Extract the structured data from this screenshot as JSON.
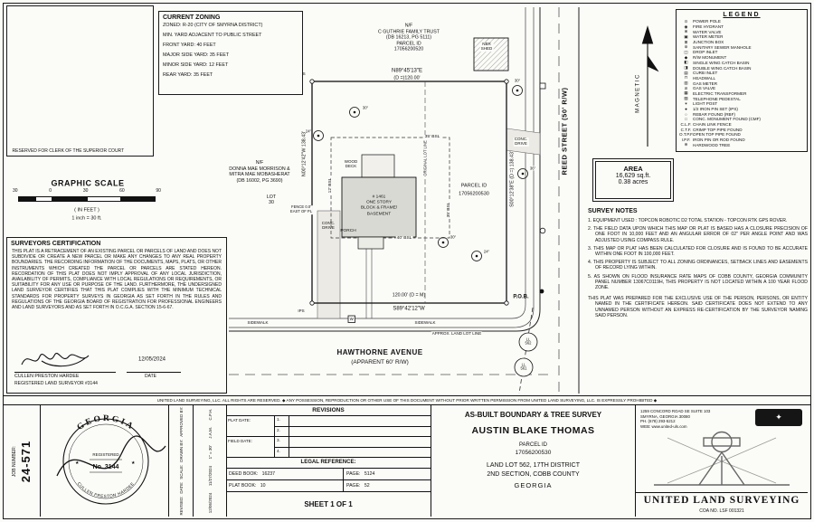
{
  "sheet": {
    "copyright": "UNITED LAND SURVEYING, LLC.  ALL RIGHTS ARE RESERVED.    ◆    ANY POSSESSION, REPRODUCTION OR OTHER USE OF THIS DOCUMENT WITHOUT PRIOR WRITTEN PERMISSION FROM UNITED LAND SURVEYING, LLC. IS EXPRESSLY PROHIBITED    ◆"
  },
  "current_zoning": {
    "title": "CURRENT ZONING",
    "lines": [
      "ZONED: R-20 (CITY OF SMYRNA DISTRICT)",
      "MIN. YARD ADJACENT TO PUBLIC STREET",
      "FRONT YARD: 40 FEET",
      "MAJOR SIDE YARD: 35 FEET",
      "MINOR SIDE YARD: 12 FEET",
      "REAR YARD: 35 FEET"
    ]
  },
  "clerk_box": {
    "label": "RESERVED FOR CLERK OF THE SUPERIOR COURT"
  },
  "graphic_scale": {
    "title": "GRAPHIC SCALE",
    "ticks": [
      "30",
      "0",
      "30",
      "60",
      "90"
    ],
    "in_feet": "( IN FEET )",
    "ratio": "1 inch =  30  ft."
  },
  "certification": {
    "title": "SURVEYORS CERTIFICATION",
    "body": "THIS PLAT IS A RETRACEMENT OF AN EXISTING PARCEL OR PARCELS OF LAND AND DOES NOT SUBDIVIDE OR CREATE A NEW PARCEL OR MAKE ANY CHANGES TO ANY REAL PROPERTY BOUNDARIES. THE RECORDING INFORMATION OF THE DOCUMENTS, MAPS, PLATS, OR OTHER INSTRUMENTS WHICH CREATED THE PARCEL OR PARCELS ARE STATED HEREON. RECORDATION OF THIS PLAT DOES NOT IMPLY APPROVAL OF ANY LOCAL JURISDICTION, AVAILABILITY OF PERMITS, COMPLIANCE WITH LOCAL REGULATIONS OR REQUIREMENTS, OR SUITABILITY FOR ANY USE OR PURPOSE OF THE LAND. FURTHERMORE, THE UNDERSIGNED LAND SURVEYOR CERTIFIES THAT THIS PLAT COMPLIES WITH THE MINIMUM TECHNICAL STANDARDS FOR PROPERTY SURVEYS IN GEORGIA AS SET FORTH IN THE RULES AND REGULATIONS OF THE GEORGIA BOARD OF REGISTRATION FOR PROFESSIONAL ENGINEERS AND LAND SURVEYORS AND AS SET FORTH IN O.C.G.A. SECTION 15-6-67.",
    "sign_date": "12/05/2024",
    "surveyor_name": "CULLEN PRESTON HARDEE",
    "surveyor_title": "REGISTERED LAND SURVEYOR #3144",
    "date_label": "DATE"
  },
  "legend": {
    "title": "LEGEND",
    "items": [
      {
        "sym": "⊙",
        "label": "POWER POLE"
      },
      {
        "sym": "◉",
        "label": "FIRE HYDRANT"
      },
      {
        "sym": "⊗",
        "label": "WATER VALVE"
      },
      {
        "sym": "▣",
        "label": "WATER METER"
      },
      {
        "sym": "⊞",
        "label": "JUNCTION BOX"
      },
      {
        "sym": "⊚",
        "label": "SANITARY SEWER MANHOLE"
      },
      {
        "sym": "◫",
        "label": "DROP INLET"
      },
      {
        "sym": "◆",
        "label": "R/W MONUMENT"
      },
      {
        "sym": "◧",
        "label": "SINGLE WING CATCH BASIN"
      },
      {
        "sym": "◨",
        "label": "DOUBLE WING CATCH BASIN"
      },
      {
        "sym": "▤",
        "label": "CURB INLET"
      },
      {
        "sym": "⊓",
        "label": "HEADWALL"
      },
      {
        "sym": "▥",
        "label": "GAS METER"
      },
      {
        "sym": "⊘",
        "label": "GAS VALVE"
      },
      {
        "sym": "▦",
        "label": "ELECTRIC TRANSFORMER"
      },
      {
        "sym": "▧",
        "label": "TELEPHONE PEDESTAL"
      },
      {
        "sym": "✶",
        "label": "LIGHT POST"
      },
      {
        "sym": "●",
        "label": "1/2 IRON PIN SET (IPS)"
      },
      {
        "sym": "○",
        "label": "REBAR FOUND (RBF)"
      },
      {
        "sym": "□",
        "label": "CONC. MONUMENT FOUND (CMF)"
      },
      {
        "sym": "C.L.F.",
        "label": "CHAIN LINK FENCE"
      },
      {
        "sym": "C.T.F.",
        "label": "CRIMP TOP PIPE FOUND"
      },
      {
        "sym": "O.T.P.F.",
        "label": "OPEN TOP PIPE FOUND"
      },
      {
        "sym": "I.P.F.",
        "label": "IRON PIN OR ROD FOUND"
      },
      {
        "sym": "⊛",
        "label": "HARDWOOD TREE"
      }
    ]
  },
  "north_arrow": {
    "label": "MAGNETIC"
  },
  "area_box": {
    "title": "AREA",
    "line1": "16,629 sq.ft.",
    "line2": "0.38 acres"
  },
  "survey_notes": {
    "title": "SURVEY NOTES",
    "notes": [
      "1.  EQUIPMENT USED : TOPCON ROBOTIC D2 TOTAL STATION - TOPCON RTK GPS ROVER.",
      "2.  THE FIELD DATA UPON WHICH THIS MAP OR PLAT IS BASED HAS A CLOSURE PRECISION OF ONE FOOT IN 10,000 FEET AND AN ANGULAR ERROR OF 02\" PER ANGLE POINT AND WAS ADJUSTED USING COMPASS RULE.",
      "3.  THIS MAP OR PLAT HAS BEEN CALCULATED FOR CLOSURE AND IS FOUND TO BE ACCURATE WITHIN ONE FOOT IN 100,000 FEET.",
      "4.  THIS PROPERTY IS SUBJECT TO ALL ZONING ORDINANCES, SETBACK LINES AND EASEMENTS OF RECORD LYING WITHIN.",
      "5.  AS SHOWN ON FLOOD INSURANCE RATE MAPS OF COBB COUNTY, GEORGIA COMMUNITY PANEL NUMBER 13067C0119H, THIS PROPERTY IS NOT LOCATED WITHIN A 100 YEAR FLOOD ZONE."
    ],
    "disclaimer": "THIS PLAT WAS PREPARED FOR THE EXCLUSIVE USE OF THE PERSON, PERSONS, OR ENTITY NAMED IN THE CERTIFICATE HEREON. SAID CERTIFICATE DOES NOT EXTEND TO ANY UNNAMED PERSON WITHOUT AN EXPRESS RE-CERTIFICATION BY THE SURVEYOR NAMING SAID PERSON."
  },
  "plat": {
    "neighbor_north": "N/F\nC GUTHRIE FAMILY TRUST\n(DB 16213, PG 5111)\nPARCEL ID\n17056200520",
    "nbr_shed": "NBR\nSHED",
    "dim_north": "N89°45'13\"E",
    "dim_north_d": "(D =)120.00'",
    "dim_east": "S00°12'38\"E  (D =) 138.43'",
    "dim_west": "N00°12'42\"W  138.43'",
    "dim_south_d": "120.00' (D = M)",
    "dim_south": "S89°42'12\"W",
    "pob": "P.O.B.",
    "parcel_label": "PARCEL ID",
    "parcel_id": "17056200530",
    "house": "# 1461\nONE STORY\nBLOCK & FRAME/\nBASEMENT",
    "wood_deck": "WOOD\nDECK",
    "porch": "PORCH",
    "conc_drive": "CONC.\nDRIVE",
    "bsl_top": "35' BSL",
    "bsl_bottom": "40' BSL",
    "bsl_left": "12' BSL",
    "bsl_right": "35' BSL",
    "original_lot_line": "ORIGINAL LOT LINE",
    "neighbor_west": "N/F\nDONNA MAE MORRISON &\nMITRA MAE MOBASHERAT\n(DB 16002, PG 3690)",
    "lot30": "LOT\n30",
    "fence_note": "FENCE 0.0'\nEAST OF PL",
    "hawthorne1": "HAWTHORNE AVENUE",
    "hawthorne2": "(APPARENT 60' R/W)",
    "reed": "REED STREET (50' R/W)",
    "sidewalk": "SIDEWALK",
    "approx_lll": "APPROX. LAND LOT LINE",
    "ll562": "LL\n562",
    "ll561": "LL\n561",
    "ips": "IPS",
    "water_meter": "W",
    "trees": [
      {
        "size": "30\""
      },
      {
        "size": "24\""
      },
      {
        "size": "30\""
      },
      {
        "size": "36\""
      },
      {
        "size": "30\""
      },
      {
        "size": "24\""
      }
    ]
  },
  "title_block": {
    "job_number_label": "JOB NUMBER:",
    "job_number": "24-571",
    "seal": {
      "state": "GEORGIA",
      "registered": "REGISTERED",
      "number": "No. 3144",
      "name": "CULLEN PRESTON HARDEE"
    },
    "info_labels": [
      "REVISED:",
      "DATE:",
      "SCALE:",
      "DRAWN BY:",
      "APPROVED BY:"
    ],
    "info_values": [
      "12/05/2024",
      "11/27/2024",
      "1\" = 30'",
      "J.A.M.",
      "C.P.H."
    ],
    "revisions": {
      "title": "REVISIONS",
      "plat_date_label": "PLAT DATE:",
      "field_date_label": "FIELD DATE:",
      "rows": [
        "1.",
        "2.",
        "3.",
        "4."
      ]
    },
    "legal": {
      "title": "LEGAL REFERENCE:",
      "deed_book_label": "DEED BOOK:",
      "deed_book": "16237",
      "deed_page_label": "PAGE:",
      "deed_page": "5124",
      "plat_book_label": "PLAT BOOK:",
      "plat_book": "10",
      "plat_page_label": "PAGE:",
      "plat_page": "52"
    },
    "sheet_label": "SHEET 1 OF 1",
    "survey_title": "AS-BUILT BOUNDARY & TREE SURVEY",
    "client": "AUSTIN BLAKE THOMAS",
    "parcel_label": "PARCEL ID",
    "parcel_id": "17056200530",
    "land_lot": "LAND LOT 562, 17TH DISTRICT",
    "section": "2ND SECTION, COBB COUNTY",
    "state": "GEORGIA",
    "company": {
      "address": "1259 CONCORD ROAD SE SUITE 103\nSMYRNA, GEORGIA 30080\nPH. (678) 293-5212\nWEB: www.united-uls.com",
      "name": "UNITED LAND SURVEYING",
      "coa": "COA NO. LSF 001321"
    }
  }
}
